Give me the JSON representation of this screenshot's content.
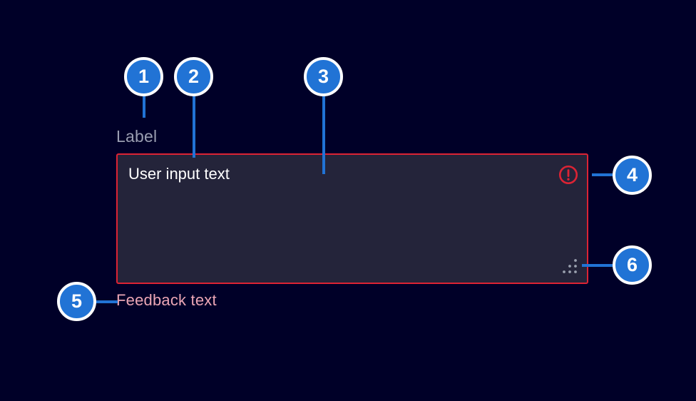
{
  "component": {
    "label": "Label",
    "value": "User input text",
    "feedback_text": "Feedback text"
  },
  "icons": {
    "error_icon": "alert-circle",
    "resize_grip_icon": "resize-grip"
  },
  "annotations": {
    "badges": [
      {
        "number": "1",
        "points_to": "label"
      },
      {
        "number": "2",
        "points_to": "input-container"
      },
      {
        "number": "3",
        "points_to": "user-input-text"
      },
      {
        "number": "4",
        "points_to": "error-icon"
      },
      {
        "number": "5",
        "points_to": "feedback-text"
      },
      {
        "number": "6",
        "points_to": "resize-grip"
      }
    ]
  },
  "colors": {
    "background": "#000028",
    "field_background": "#24243a",
    "alarm_red": "#dc2334",
    "label_text": "#9a9eb1",
    "input_text": "#ffffff",
    "feedback_text": "#eba6b5",
    "annotation_blue": "#2173d5",
    "grip_gray": "#9aa0af"
  }
}
